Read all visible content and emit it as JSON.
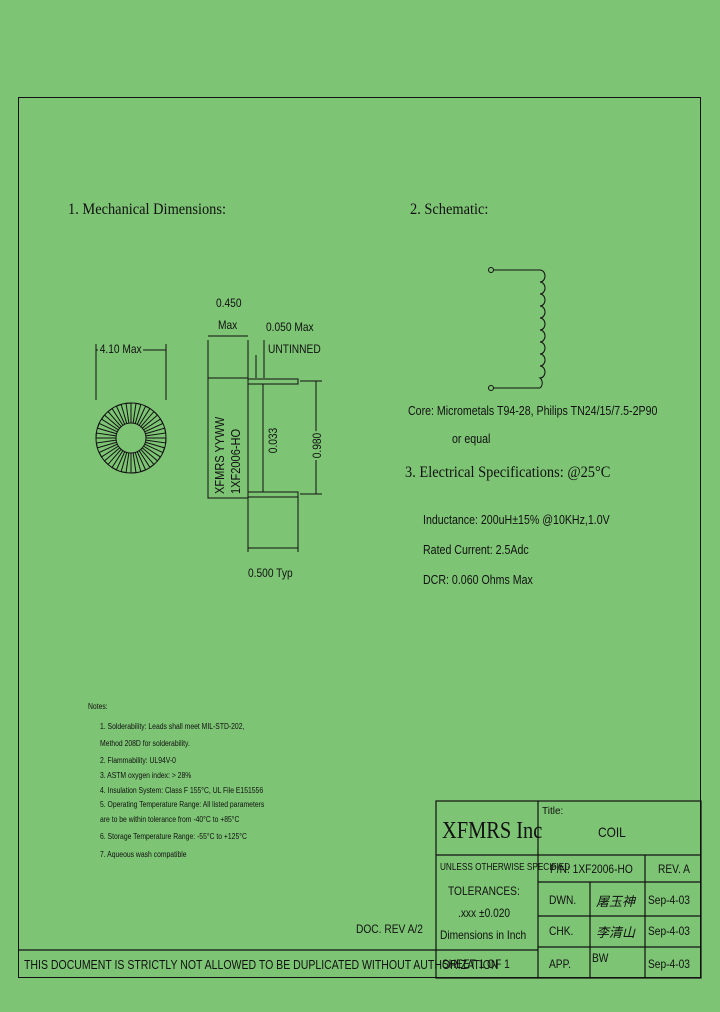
{
  "sections": {
    "mechanical": "1. Mechanical Dimensions:",
    "schematic": "2. Schematic:",
    "electrical": "3. Electrical   Specifications: @25°C"
  },
  "dimensions": {
    "od": "4.10 Max",
    "width_top": "0.450",
    "width_bottom": "Max",
    "lead": "0.050 Max",
    "untinned": "UNTINNED",
    "dim_033": "0.033",
    "dim_980": "0.980",
    "spacing": "0.500 Typ",
    "marking_line1": "XFMRS YYWW",
    "marking_line2": "1XF2006-HO"
  },
  "core": {
    "line1": "Core: Micrometals T94-28, Philips TN24/15/7.5-2P90",
    "line2": "or equal"
  },
  "specs": [
    "Inductance: 200uH±15% @10KHz,1.0V",
    "Rated Current:   2.5Adc",
    "DCR:  0.060 Ohms Max"
  ],
  "notes": {
    "title": "Notes:",
    "items": [
      "1. Solderability: Leads shall meet MIL-STD-202,",
      "    Method 208D for solderability.",
      "2. Flammability: UL94V-0",
      "3. ASTM oxygen index: > 28%",
      "4. Insulation System: Class F 155°C, UL File E151556",
      "5. Operating Temperature Range: All listed parameters",
      "    are to be within tolerance from -40°C to +85°C",
      "6. Storage Temperature Range: -55°C to +125°C",
      "7. Aqueous wash compatible"
    ]
  },
  "doc_rev": "DOC. REV A/2",
  "footer": "THIS DOCUMENT IS STRICTLY NOT ALLOWED TO BE DUPLICATED WITHOUT AUTHORIZATION",
  "title_block": {
    "company": "XFMRS Inc",
    "title_label": "Title:",
    "title": "COIL",
    "unless": "UNLESS OTHERWISE SPECIFIED",
    "tolerances": "TOLERANCES:",
    "tol_value": ".xxx ±0.020",
    "units": "Dimensions in Inch",
    "pn": "P/N: 1XF2006-HO",
    "rev": "REV. A",
    "dwn_label": "DWN.",
    "dwn_name": "屠玉神",
    "dwn_date": "Sep-4-03",
    "chk_label": "CHK.",
    "chk_name": "李清山",
    "chk_date": "Sep-4-03",
    "app_label": "APP.",
    "app_name": "BW",
    "app_date": "Sep-4-03",
    "sheet": "SHEET  1  OF  1"
  }
}
